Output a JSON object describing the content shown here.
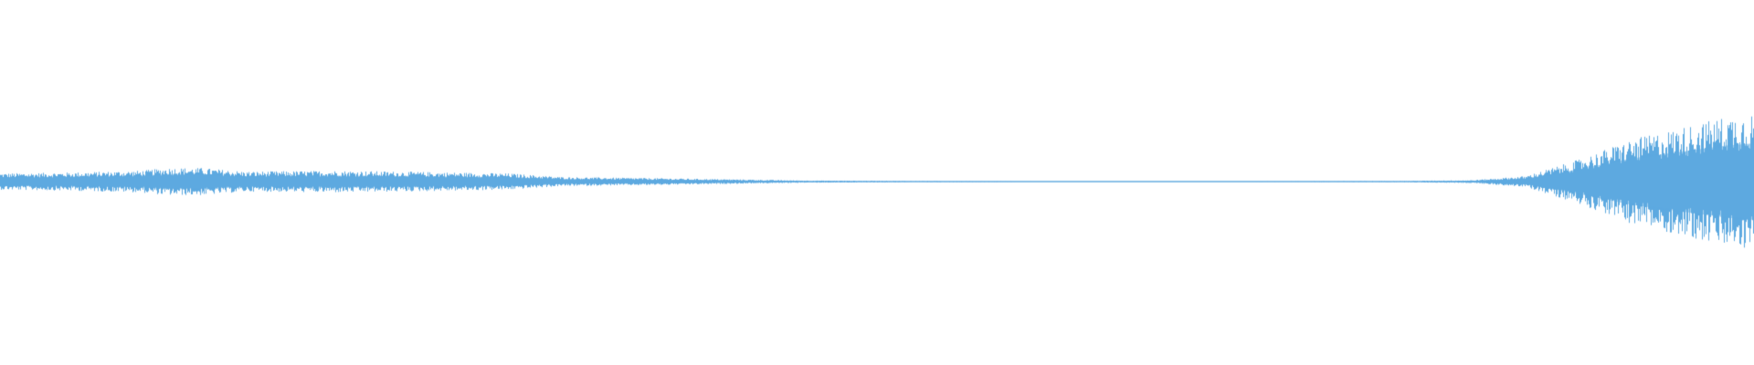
{
  "waveform": {
    "color": "#5DA9E0",
    "background": "#ffffff",
    "envelope": [
      [
        0.0,
        0.045
      ],
      [
        0.04,
        0.05
      ],
      [
        0.08,
        0.06
      ],
      [
        0.095,
        0.075
      ],
      [
        0.115,
        0.075
      ],
      [
        0.14,
        0.055
      ],
      [
        0.19,
        0.06
      ],
      [
        0.23,
        0.055
      ],
      [
        0.29,
        0.045
      ],
      [
        0.32,
        0.025
      ],
      [
        0.38,
        0.018
      ],
      [
        0.42,
        0.012
      ],
      [
        0.46,
        0.006
      ],
      [
        0.52,
        0.004
      ],
      [
        0.6,
        0.003
      ],
      [
        0.7,
        0.003
      ],
      [
        0.8,
        0.004
      ],
      [
        0.84,
        0.008
      ],
      [
        0.87,
        0.03
      ],
      [
        0.9,
        0.12
      ],
      [
        0.93,
        0.23
      ],
      [
        0.96,
        0.3
      ],
      [
        0.985,
        0.36
      ],
      [
        1.0,
        0.38
      ]
    ]
  }
}
